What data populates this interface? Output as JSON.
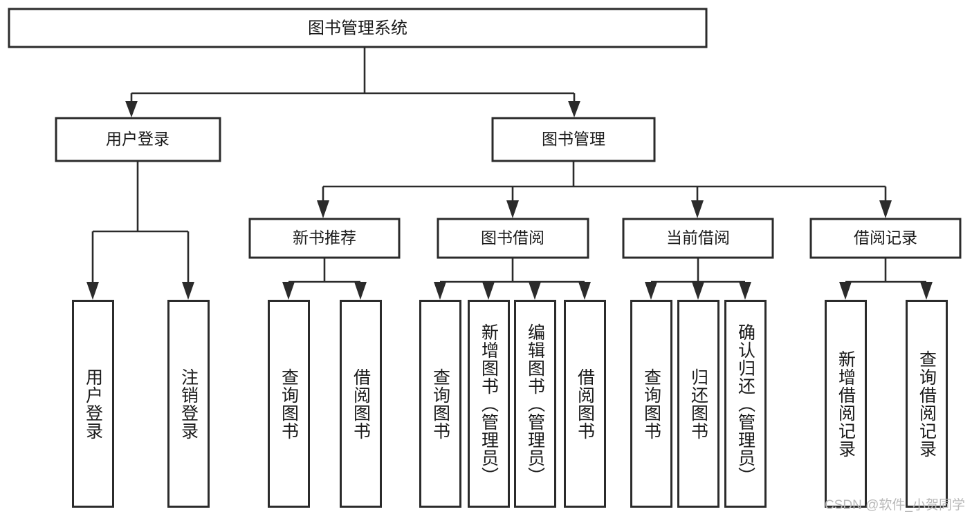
{
  "diagram": {
    "kind": "hierarchy-tree",
    "title_node": {
      "label": "图书管理系统"
    },
    "level2": [
      {
        "id": "user-login",
        "label": "用户登录"
      },
      {
        "id": "book-manage",
        "label": "图书管理"
      }
    ],
    "level3": [
      {
        "id": "new-book-recommend",
        "label": "新书推荐",
        "parent": "book-manage"
      },
      {
        "id": "book-borrow",
        "label": "图书借阅",
        "parent": "book-manage"
      },
      {
        "id": "current-borrow",
        "label": "当前借阅",
        "parent": "book-manage"
      },
      {
        "id": "borrow-record",
        "label": "借阅记录",
        "parent": "book-manage"
      }
    ],
    "leaves": [
      {
        "id": "leaf-user-login",
        "label": "用户登录",
        "parent": "user-login"
      },
      {
        "id": "leaf-user-logout",
        "label": "注销登录",
        "parent": "user-login"
      },
      {
        "id": "leaf-query-book-1",
        "label": "查询图书",
        "parent": "new-book-recommend"
      },
      {
        "id": "leaf-borrow-book-1",
        "label": "借阅图书",
        "parent": "new-book-recommend"
      },
      {
        "id": "leaf-query-book-2",
        "label": "查询图书",
        "parent": "book-borrow"
      },
      {
        "id": "leaf-add-book",
        "label": "新增图书（管理员）",
        "parent": "book-borrow"
      },
      {
        "id": "leaf-edit-book",
        "label": "编辑图书（管理员）",
        "parent": "book-borrow"
      },
      {
        "id": "leaf-borrow-book-2",
        "label": "借阅图书",
        "parent": "book-borrow"
      },
      {
        "id": "leaf-query-book-3",
        "label": "查询图书",
        "parent": "current-borrow"
      },
      {
        "id": "leaf-return-book",
        "label": "归还图书",
        "parent": "current-borrow"
      },
      {
        "id": "leaf-confirm-return",
        "label": "确认归还（管理员）",
        "parent": "current-borrow"
      },
      {
        "id": "leaf-add-record",
        "label": "新增借阅记录",
        "parent": "borrow-record"
      },
      {
        "id": "leaf-query-record",
        "label": "查询借阅记录",
        "parent": "borrow-record"
      }
    ],
    "colors": {
      "stroke": "#2b2b2b",
      "fill": "#ffffff",
      "text": "#1a1a1a",
      "watermark": "#b9b9b9"
    }
  },
  "watermark": {
    "text": "CSDN @软件_小贺同学"
  }
}
